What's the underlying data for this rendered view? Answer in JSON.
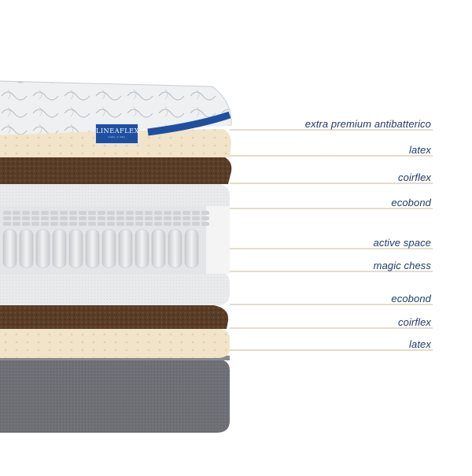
{
  "brand": {
    "name": "LINEAFLEX",
    "sub": "made in italy"
  },
  "layers": [
    {
      "id": "top",
      "label": "extra premium antibatterico"
    },
    {
      "id": "latex-top",
      "label": "latex"
    },
    {
      "id": "coir-top",
      "label": "coirflex"
    },
    {
      "id": "ecobond-top",
      "label": "ecobond"
    },
    {
      "id": "active",
      "label": "active space"
    },
    {
      "id": "chess",
      "label": "magic chess"
    },
    {
      "id": "ecobond-bot",
      "label": "ecobond"
    },
    {
      "id": "coir-bot",
      "label": "coirflex"
    },
    {
      "id": "latex-bot",
      "label": "latex"
    }
  ],
  "colors": {
    "label_text": "#1f3b6b",
    "leader_line": "#c9b89a",
    "quilt": "#eef0f2",
    "latex": "#f2e4c8",
    "coir": "#5a3d26",
    "ecobond": "#e7e8ea",
    "springs": "#dcdde0",
    "base": "#6f7076",
    "brand_blue": "#1f4fa0"
  }
}
